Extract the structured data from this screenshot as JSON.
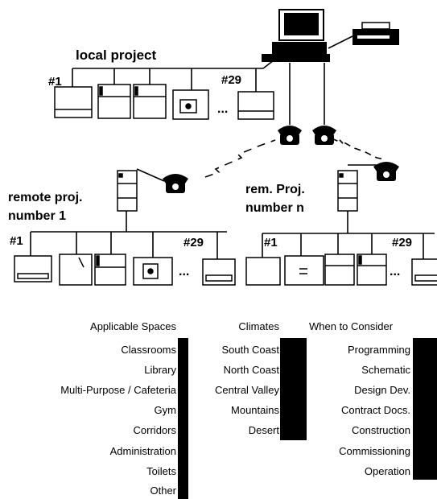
{
  "diagram": {
    "local_label": "local project",
    "remote1_label_line1": "remote proj.",
    "remote1_label_line2": "number 1",
    "remoten_label_line1": "rem. Proj.",
    "remoten_label_line2": "number n",
    "first_node": "#1",
    "last_node": "#29",
    "ellipsis": "..."
  },
  "tables": {
    "spaces": {
      "header": "Applicable Spaces",
      "items": [
        "Classrooms",
        "Library",
        "Multi-Purpose / Cafeteria",
        "Gym",
        "Corridors",
        "Administration",
        "Toilets",
        "Other"
      ]
    },
    "climates": {
      "header": "Climates",
      "items": [
        "South Coast",
        "North Coast",
        "Central Valley",
        "Mountains",
        "Desert"
      ]
    },
    "when": {
      "header": "When  to Consider",
      "items": [
        "Programming",
        "Schematic",
        "Design Dev.",
        "Contract Docs.",
        "Construction",
        "Commissioning",
        "Operation"
      ]
    }
  }
}
